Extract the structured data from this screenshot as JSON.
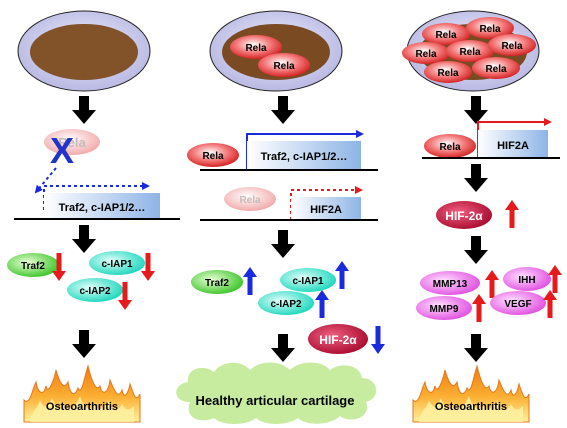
{
  "protein_rela": "Rela",
  "gene_traf_iap_long": "Traf2, c-IAP1/2…",
  "gene_hif2a": "HIF2A",
  "protein_traf2": "Traf2",
  "protein_ciap1": "c-IAP1",
  "protein_ciap2": "c-IAP2",
  "protein_hif2a": "HIF-2α",
  "protein_mmp13": "MMP13",
  "protein_mmp9": "MMP9",
  "protein_ihh": "IHH",
  "protein_vegf": "VEGF",
  "blocked_mark": "X",
  "outcome_left": "Osteoarthritis",
  "outcome_center": "Healthy articular cartilage",
  "outcome_right": "Osteoarthritis",
  "colors": {
    "nucleus": "#7a4a22",
    "dish_fill": "#c9c9e9",
    "rela": "#e84a4a",
    "rela_faded": "#f2b0b0",
    "gene_box": "#a8c6ea",
    "arrow_blue": "#1a2adf",
    "arrow_red": "#e61a1a",
    "hif_protein": "#c4123a",
    "traf2": "#5dd84a",
    "iap": "#3fe0c8",
    "mmp": "#e85ae8",
    "cloud": "#c7eca0",
    "fire": "#f5a22a"
  }
}
